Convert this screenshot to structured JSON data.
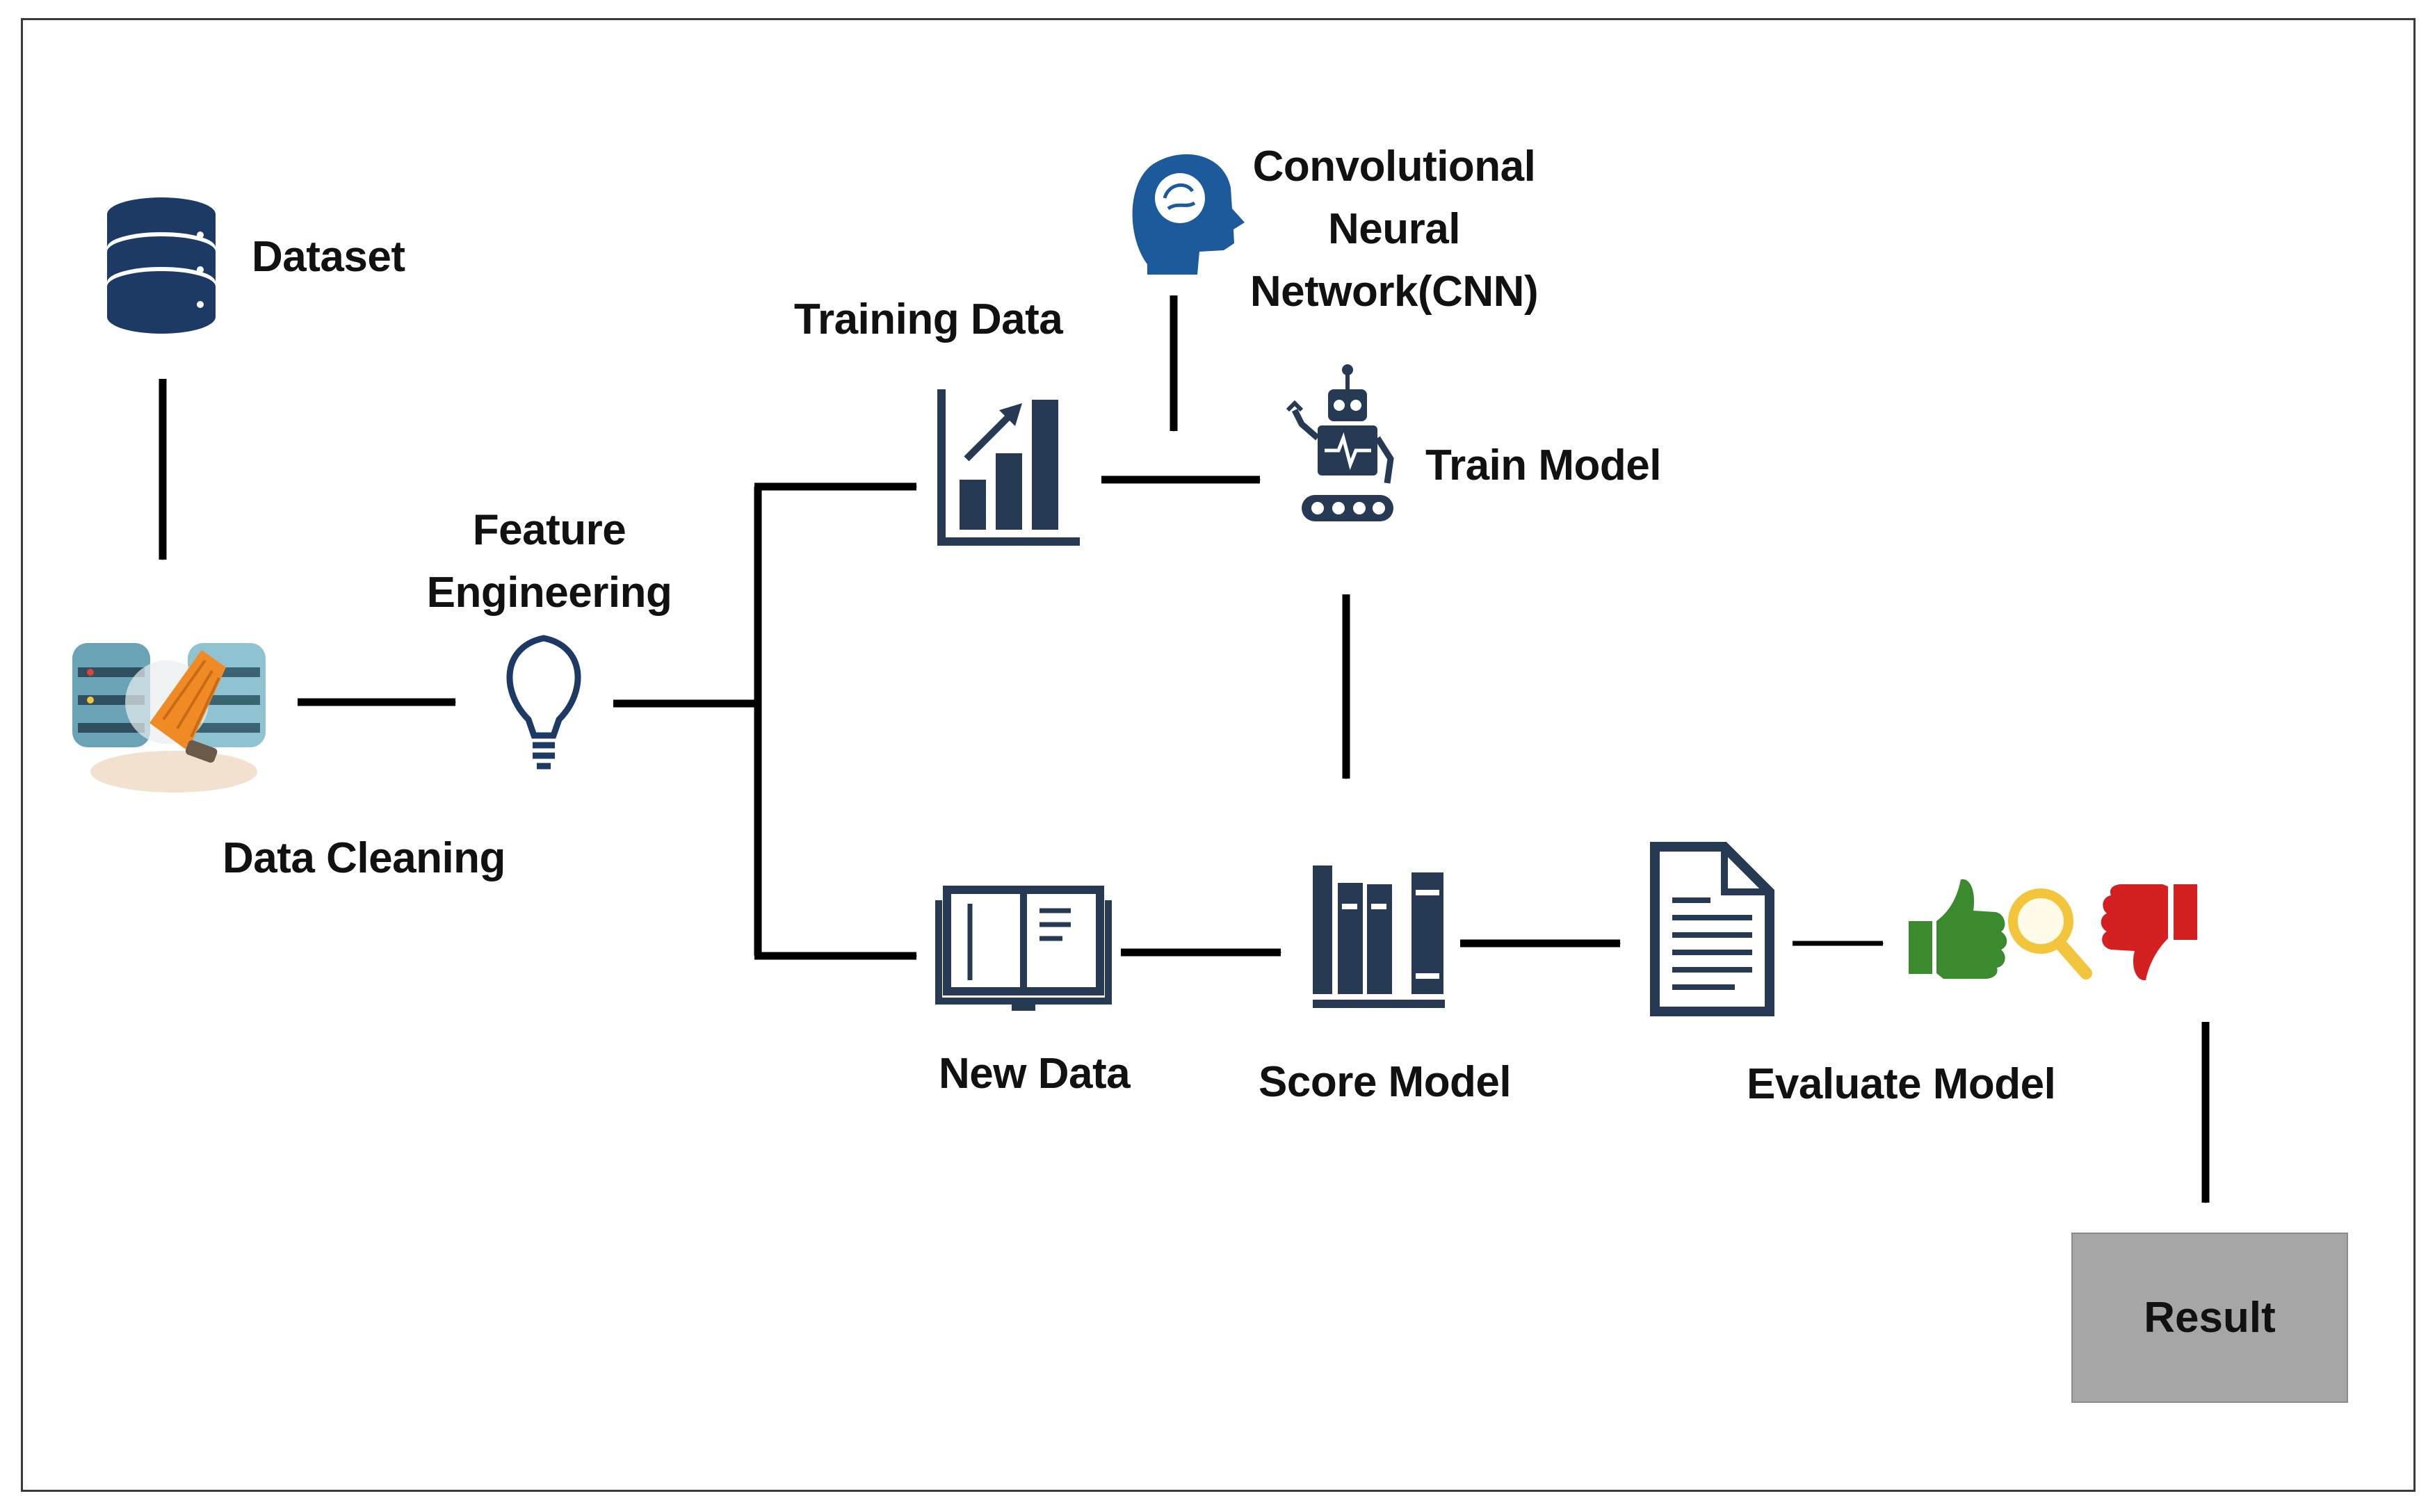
{
  "labels": {
    "dataset": "Dataset",
    "data_cleaning": "Data Cleaning",
    "feature_engineering_line1": "Feature",
    "feature_engineering_line2": "Engineering",
    "training_data": "Training Data",
    "cnn_line1": "Convolutional",
    "cnn_line2": "Neural",
    "cnn_line3": "Network(CNN)",
    "train_model": "Train Model",
    "new_data": "New Data",
    "score_model": "Score Model",
    "evaluate_model": "Evaluate Model",
    "result": "Result"
  },
  "colors": {
    "icon_navy": "#263a54",
    "brain_blue": "#1c5a9c",
    "thumb_up_green": "#3b8a2e",
    "magnifier_yellow": "#f2c53d",
    "thumb_down_red": "#d42020",
    "broom_orange": "#f08a24",
    "result_fill": "#a6a6a6"
  }
}
